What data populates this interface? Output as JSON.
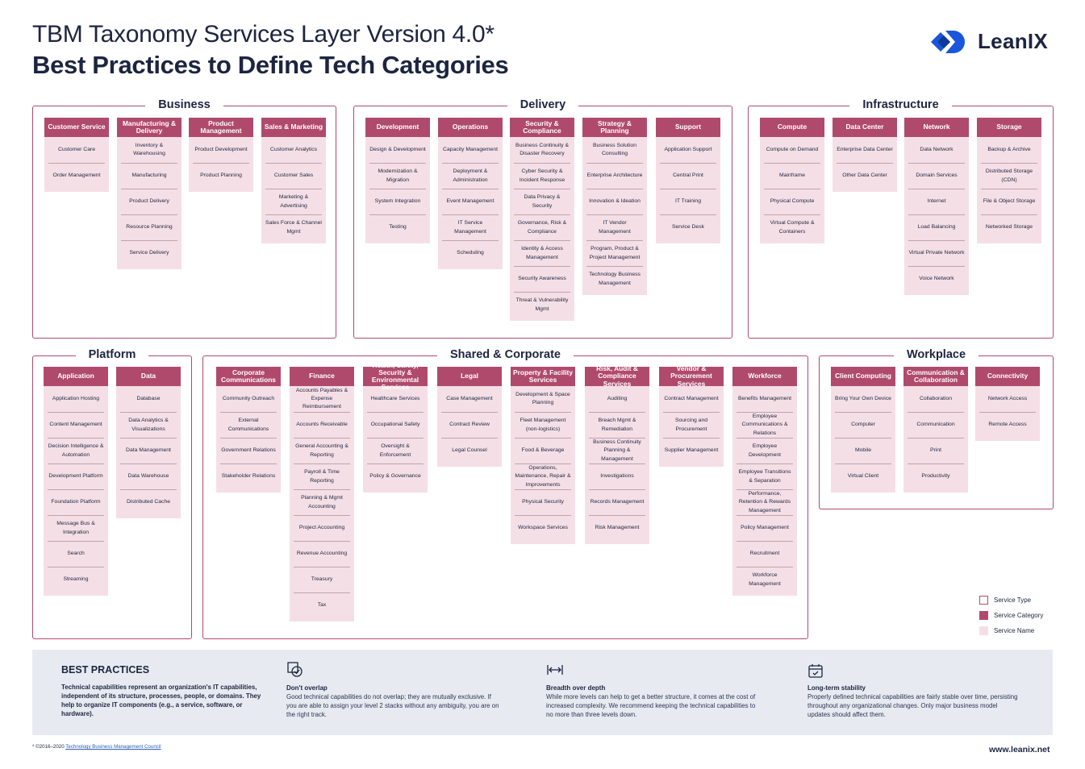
{
  "header": {
    "title_line1": "TBM Taxonomy Services Layer Version 4.0*",
    "title_line2": "Best Practices to Define Tech Categories",
    "logo_text": "LeanIX",
    "brand_color": "#1a56db"
  },
  "colors": {
    "service_category": "#b04a6d",
    "service_name_bg": "#f5dfe6",
    "service_type_border": "#b04a6d",
    "text": "#1c2540"
  },
  "sections": [
    {
      "title": "Business",
      "columns": [
        {
          "category": "Customer Service",
          "items": [
            "Customer Care",
            "Order Management"
          ]
        },
        {
          "category": "Manufacturing & Delivery",
          "items": [
            "Inventory & Warehousing",
            "Manufacturing",
            "Product Delivery",
            "Resource Planning",
            "Service Delivery"
          ]
        },
        {
          "category": "Product Management",
          "items": [
            "Product Development",
            "Product Planning"
          ]
        },
        {
          "category": "Sales & Marketing",
          "items": [
            "Customer Analytics",
            "Customer Sales",
            "Marketing & Advertising",
            "Sales Force & Channel Mgmt"
          ]
        }
      ]
    },
    {
      "title": "Delivery",
      "columns": [
        {
          "category": "Development",
          "items": [
            "Design & Development",
            "Modernization & Migration",
            "System Integration",
            "Testing"
          ]
        },
        {
          "category": "Operations",
          "items": [
            "Capacity Management",
            "Deployment & Administration",
            "Event Management",
            "IT Service Management",
            "Scheduling"
          ]
        },
        {
          "category": "Security & Compliance",
          "items": [
            "Business Continuity & Disaster Recovery",
            "Cyber Security & Incident Response",
            "Data Privacy & Security",
            "Governance, Risk & Compliance",
            "Identity & Access Management",
            "Security Awareness",
            "Threat & Vulnerability Mgmt"
          ]
        },
        {
          "category": "Strategy & Planning",
          "items": [
            "Business Solution Consulting",
            "Enterprise Architecture",
            "Innovation & Ideation",
            "IT Vendor Management",
            "Program, Product & Project Management",
            "Technology Business Management"
          ]
        },
        {
          "category": "Support",
          "items": [
            "Application Support",
            "Central Print",
            "IT Training",
            "Service Desk"
          ]
        }
      ]
    },
    {
      "title": "Infrastructure",
      "columns": [
        {
          "category": "Compute",
          "items": [
            "Compute on Demand",
            "Mainframe",
            "Physical Compute",
            "Virtual Compute & Containers"
          ]
        },
        {
          "category": "Data Center",
          "items": [
            "Enterprise Data Center",
            "Other Data Center"
          ]
        },
        {
          "category": "Network",
          "items": [
            "Data Network",
            "Domain Services",
            "Internet",
            "Load Balancing",
            "Virtual Private Network",
            "Voice Network"
          ]
        },
        {
          "category": "Storage",
          "items": [
            "Backup & Archive",
            "Distributed Storage (CDN)",
            "File & Object Storage",
            "Networked Storage"
          ]
        }
      ]
    },
    {
      "title": "Platform",
      "columns": [
        {
          "category": "Application",
          "items": [
            "Application Hosting",
            "Content Management",
            "Decision Intelligence & Automation",
            "Development Platform",
            "Foundation Platform",
            "Message Bus & Integration",
            "Search",
            "Streaming"
          ]
        },
        {
          "category": "Data",
          "items": [
            "Database",
            "Data Analytics & Visualizations",
            "Data Management",
            "Data Warehouse",
            "Distributed Cache"
          ]
        }
      ]
    },
    {
      "title": "Shared & Corporate",
      "columns": [
        {
          "category": "Corporate Communications",
          "items": [
            "Community Outreach",
            "External Communications",
            "Government Relations",
            "Stakeholder Relations"
          ]
        },
        {
          "category": "Finance",
          "items": [
            "Accounts Payables & Expense Reimbursement",
            "Accounts Receivable",
            "General Accounting & Reporting",
            "Payroll & Time Reporting",
            "Planning & Mgmt Accounting",
            "Project Accounting",
            "Revenue Accounting",
            "Treasury",
            "Tax"
          ]
        },
        {
          "category": "Health, Safety, Security & Environmental Services",
          "items": [
            "Healthcare Services",
            "Occupational Safety",
            "Oversight & Enforcement",
            "Policy & Governance"
          ]
        },
        {
          "category": "Legal",
          "items": [
            "Case Management",
            "Contract Review",
            "Legal Counsel"
          ]
        },
        {
          "category": "Property & Facility Services",
          "items": [
            "Development & Space Planning",
            "Fleet Management (non-logistics)",
            "Food & Beverage",
            "Operations, Maintenance, Repair & Improvements",
            "Physical Security",
            "Workspace Services"
          ]
        },
        {
          "category": "Risk, Audit & Compliance Services",
          "items": [
            "Auditing",
            "Breach Mgmt & Remediation",
            "Business Continuity Planning & Management",
            "Investigations",
            "Records Management",
            "Risk Management"
          ]
        },
        {
          "category": "Vendor & Procurement Services",
          "items": [
            "Contract Management",
            "Sourcing and Procurement",
            "Supplier Management"
          ]
        },
        {
          "category": "Workforce",
          "items": [
            "Benefits Management",
            "Employee Communications & Relations",
            "Employee Development",
            "Employee Transitions & Separation",
            "Performance, Retention & Rewards Management",
            "Policy Management",
            "Recruitment",
            "Workforce Management"
          ]
        }
      ]
    },
    {
      "title": "Workplace",
      "columns": [
        {
          "category": "Client Computing",
          "items": [
            "Bring Your Own Device",
            "Computer",
            "Mobile",
            "Virtual Client"
          ]
        },
        {
          "category": "Communication & Collaboration",
          "items": [
            "Collaboration",
            "Communication",
            "Print",
            "Productivity"
          ]
        },
        {
          "category": "Connectivity",
          "items": [
            "Network Access",
            "Remote Access"
          ]
        }
      ]
    }
  ],
  "legend": {
    "service_type": "Service Type",
    "service_category": "Service Category",
    "service_name": "Service Name"
  },
  "best_practices": {
    "heading": "BEST PRACTICES",
    "intro": "Technical capabilities represent an organization's IT capabilities, independent of its structure, processes, people, or domains. They help to organize IT components (e.g., a service, software, or hardware).",
    "items": [
      {
        "icon": "overlap-icon",
        "title": "Don't overlap",
        "text": "Good technical capabilities do not overlap; they are mutually exclusive. If you are able to assign your level 2 stacks without any ambiguity, you are on the right track."
      },
      {
        "icon": "breadth-icon",
        "title": "Breadth over depth",
        "text": "While more levels can help to get a better structure, it comes at the cost of increased complexity. We recommend keeping the technical capabilities to no more than three levels down."
      },
      {
        "icon": "calendar-icon",
        "title": "Long-term stability",
        "text": "Properly defined technical capabilities are fairly stable over time, persisting throughout any organizational changes. Only major business model updates should affect them."
      }
    ]
  },
  "footer": {
    "copyright": "* ©2016–2020",
    "copyright_link": "Technology Business Management Council",
    "website": "www.leanix.net"
  }
}
